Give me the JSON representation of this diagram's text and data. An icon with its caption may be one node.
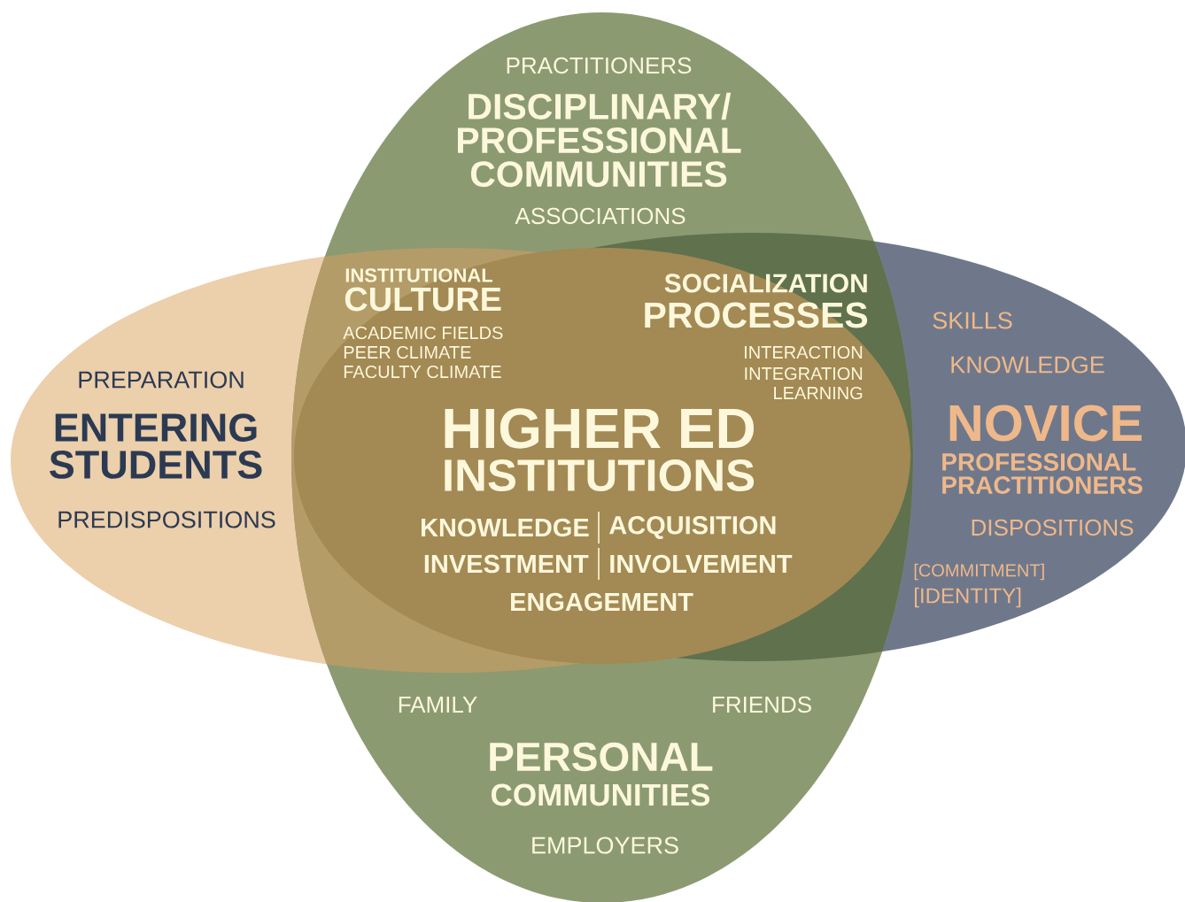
{
  "diagram": {
    "nodes": [
      {
        "text": [
          "PRACTITIONERS",
          "DISCIPLINARY/ PROFESSIONAL COMMUNITIES",
          "ASSOCIATIONS",
          "FAMILY",
          "FRIENDS",
          "PERSONAL",
          "COMMUNITIES",
          "EMPLOYERS"
        ]
      },
      {
        "text": [
          "PREPARATION",
          "ENTERING STUDENTS",
          "PREDISPOSITIONS"
        ]
      },
      {
        "text": [
          "HIGHER ED",
          "INSTITUTIONS",
          "KNOWLEDGE",
          "ACQUISITION",
          "INVESTMENT",
          "INVOLVEMENT",
          "ENGAGEMENT"
        ]
      },
      {
        "text": [
          "SKILLS",
          "KNOWLEDGE",
          "NOVICE",
          "PROFESSIONAL PRACTITIONERS",
          "DISPOSITIONS",
          "[COMMITMENT]",
          "[IDENTITY]"
        ]
      }
    ],
    "labels": [
      "INSTITUTIONAL",
      "CULTURE",
      "ACADEMIC FIELDS",
      "PEER CLIMATE",
      "FACULTY CLIMATE",
      "SOCIALIZATION",
      "PROCESSES",
      "INTERACTION",
      "INTEGRATION",
      "LEARNING"
    ]
  }
}
